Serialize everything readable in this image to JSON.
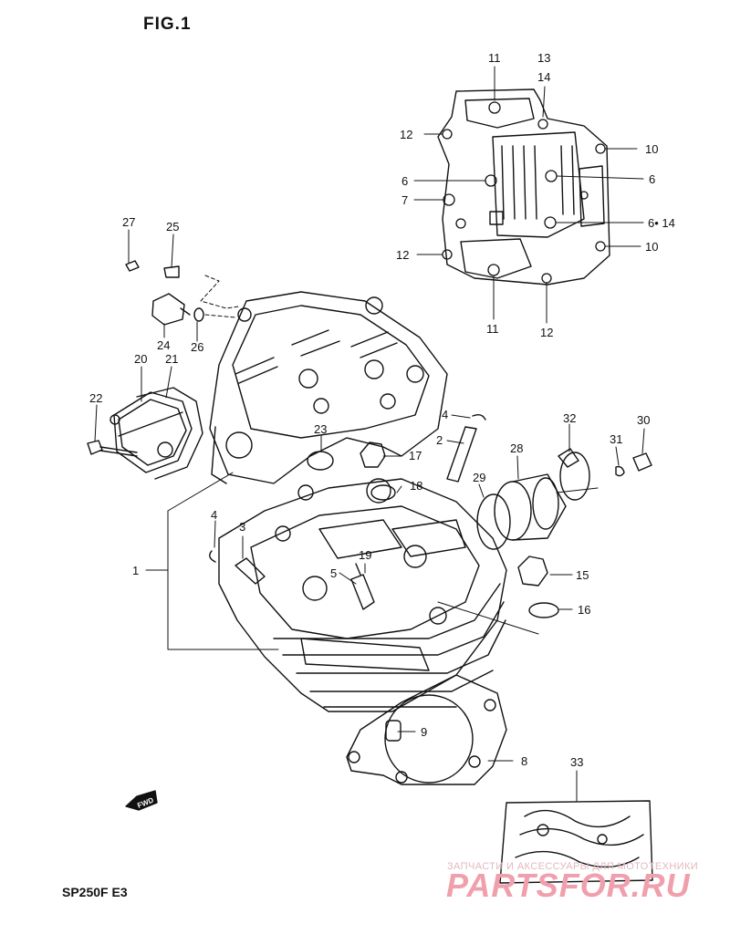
{
  "figure_title": "FIG.1",
  "model_code": "SP250F  E3",
  "watermark": {
    "tagline": "ЗАПЧАСТИ И АКСЕССУАРЫ ДЛЯ МОТОТЕХНИКИ",
    "logo": "PARTSFOR.RU"
  },
  "fwd_marker": "FWD",
  "part_callouts": {
    "c1": "1",
    "c2": "2",
    "c3": "3",
    "c4a": "4",
    "c4b": "4",
    "c5": "5",
    "c6a": "6",
    "c6b": "6",
    "c6c": "6• 14",
    "c7": "7",
    "c8": "8",
    "c9": "9",
    "c10a": "10",
    "c10b": "10",
    "c11a": "11",
    "c11b": "11",
    "c12a": "12",
    "c12b": "12",
    "c12c": "12",
    "c13": "13",
    "c14": "14",
    "c15": "15",
    "c16": "16",
    "c17": "17",
    "c18": "18",
    "c19": "19",
    "c20": "20",
    "c21": "21",
    "c22": "22",
    "c23": "23",
    "c24": "24",
    "c25": "25",
    "c26": "26",
    "c27": "27",
    "c28": "28",
    "c29": "29",
    "c30": "30",
    "c31": "31",
    "c32": "32",
    "c33": "33"
  }
}
